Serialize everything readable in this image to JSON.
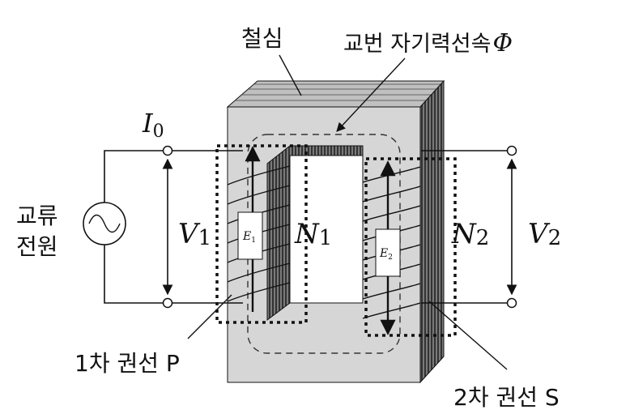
{
  "labels": {
    "core": "철심",
    "flux": "교번 자기력선속",
    "flux_symbol": "Φ",
    "source_line1": "교류",
    "source_line2": "전원",
    "current_sym": "I",
    "current_sub": "0",
    "v1_sym": "V",
    "v1_sub": "1",
    "v2_sym": "V",
    "v2_sub": "2",
    "n1_sym": "N",
    "n1_sub": "1",
    "n2_sym": "N",
    "n2_sub": "2",
    "e1_sym": "E",
    "e1_sub": "1",
    "e2_sym": "E",
    "e2_sub": "2",
    "primary": "1차 권선 P",
    "secondary": "2차 권선 S"
  },
  "colors": {
    "core_front": "#d9d9d9",
    "core_top": "#c4c4c4",
    "core_side": "#555555",
    "window": "#ffffff",
    "line": "#111111"
  }
}
